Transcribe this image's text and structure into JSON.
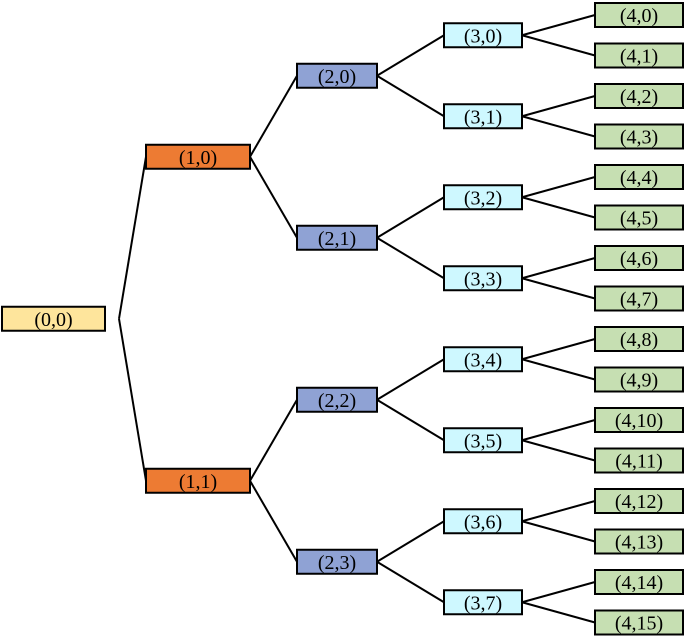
{
  "colors": {
    "level0": "#fee59c",
    "level1": "#ed7b33",
    "level2": "#8fa2d4",
    "level3": "#cef8ff",
    "level4": "#c6dfb2"
  },
  "nodes": [
    {
      "id": "n00",
      "label": "(0,0)",
      "level": 0
    },
    {
      "id": "n10",
      "label": "(1,0)",
      "level": 1,
      "parent": "n00"
    },
    {
      "id": "n11",
      "label": "(1,1)",
      "level": 1,
      "parent": "n00"
    },
    {
      "id": "n20",
      "label": "(2,0)",
      "level": 2,
      "parent": "n10"
    },
    {
      "id": "n21",
      "label": "(2,1)",
      "level": 2,
      "parent": "n10"
    },
    {
      "id": "n22",
      "label": "(2,2)",
      "level": 2,
      "parent": "n11"
    },
    {
      "id": "n23",
      "label": "(2,3)",
      "level": 2,
      "parent": "n11"
    },
    {
      "id": "n30",
      "label": "(3,0)",
      "level": 3,
      "parent": "n20"
    },
    {
      "id": "n31",
      "label": "(3,1)",
      "level": 3,
      "parent": "n20"
    },
    {
      "id": "n32",
      "label": "(3,2)",
      "level": 3,
      "parent": "n21"
    },
    {
      "id": "n33",
      "label": "(3,3)",
      "level": 3,
      "parent": "n21"
    },
    {
      "id": "n34",
      "label": "(3,4)",
      "level": 3,
      "parent": "n22"
    },
    {
      "id": "n35",
      "label": "(3,5)",
      "level": 3,
      "parent": "n22"
    },
    {
      "id": "n36",
      "label": "(3,6)",
      "level": 3,
      "parent": "n23"
    },
    {
      "id": "n37",
      "label": "(3,7)",
      "level": 3,
      "parent": "n23"
    },
    {
      "id": "n40",
      "label": "(4,0)",
      "level": 4,
      "parent": "n30"
    },
    {
      "id": "n41",
      "label": "(4,1)",
      "level": 4,
      "parent": "n30"
    },
    {
      "id": "n42",
      "label": "(4,2)",
      "level": 4,
      "parent": "n31"
    },
    {
      "id": "n43",
      "label": "(4,3)",
      "level": 4,
      "parent": "n31"
    },
    {
      "id": "n44",
      "label": "(4,4)",
      "level": 4,
      "parent": "n32"
    },
    {
      "id": "n45",
      "label": "(4,5)",
      "level": 4,
      "parent": "n32"
    },
    {
      "id": "n46",
      "label": "(4,6)",
      "level": 4,
      "parent": "n33"
    },
    {
      "id": "n47",
      "label": "(4,7)",
      "level": 4,
      "parent": "n33"
    },
    {
      "id": "n48",
      "label": "(4,8)",
      "level": 4,
      "parent": "n34"
    },
    {
      "id": "n49",
      "label": "(4,9)",
      "level": 4,
      "parent": "n34"
    },
    {
      "id": "n410",
      "label": "(4,10)",
      "level": 4,
      "parent": "n35"
    },
    {
      "id": "n411",
      "label": "(4,11)",
      "level": 4,
      "parent": "n35"
    },
    {
      "id": "n412",
      "label": "(4,12)",
      "level": 4,
      "parent": "n36"
    },
    {
      "id": "n413",
      "label": "(4,13)",
      "level": 4,
      "parent": "n36"
    },
    {
      "id": "n414",
      "label": "(4,14)",
      "level": 4,
      "parent": "n37"
    },
    {
      "id": "n415",
      "label": "(4,15)",
      "level": 4,
      "parent": "n37"
    }
  ]
}
